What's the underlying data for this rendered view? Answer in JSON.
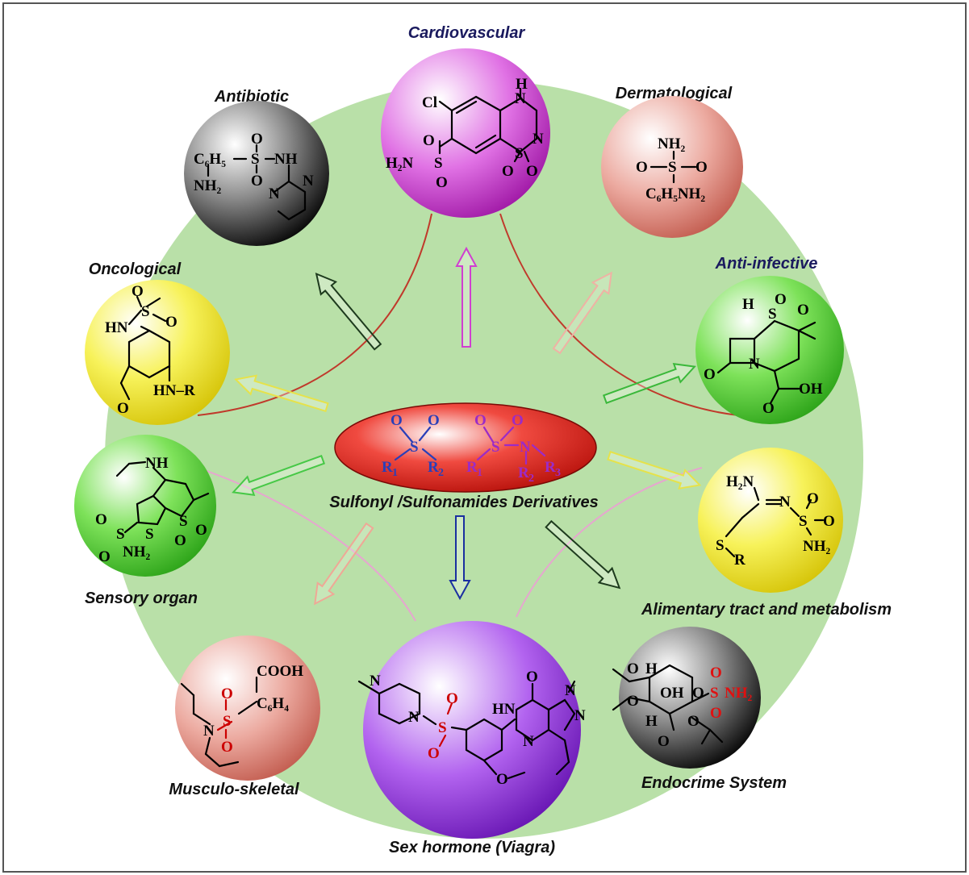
{
  "diagram": {
    "center": {
      "title": "Sulfonyl /Sulfonamides Derivatives",
      "sulfonyl": {
        "o1": "O",
        "o2": "O",
        "s": "S",
        "r1": "R",
        "r1_sub": "1",
        "r2": "R",
        "r2_sub": "2"
      },
      "sulfonamide": {
        "o1": "O",
        "o2": "O",
        "s": "S",
        "n": "N",
        "r1": "R",
        "r1_sub": "1",
        "r2": "R",
        "r2_sub": "2",
        "r3": "R",
        "r3_sub": "3"
      }
    },
    "nodes": {
      "cardiovascular": {
        "label": "Cardiovascular",
        "color": "#d24fd6",
        "atoms": {
          "cl": "Cl",
          "nh": "H",
          "n_top": "N",
          "n_right": "N",
          "s_ring": "S",
          "o_a": "O",
          "o_b": "O",
          "h2n": "H₂N",
          "s_side": "S",
          "o_c": "O",
          "o_d": "O"
        }
      },
      "antibiotic": {
        "label": "Antibiotic",
        "color": "#2a2a2a",
        "atoms": {
          "c6h5": "C₆H₅",
          "nh2": "NH₂",
          "s": "S",
          "o_top": "O",
          "o_bot": "O",
          "nh": "NH",
          "n1": "N",
          "n2": "N"
        }
      },
      "dermatological": {
        "label": "Dermatological",
        "color": "#e08c80",
        "atoms": {
          "nh2": "NH₂",
          "o_left": "O",
          "s": "S",
          "o_right": "O",
          "c6h5nh2": "C₆H₅NH₂"
        }
      },
      "oncological": {
        "label": "Oncological",
        "color": "#f1e83a",
        "atoms": {
          "o1": "O",
          "s": "S",
          "o2": "O",
          "hn": "HN",
          "hnr": "HN–R",
          "ome": "O"
        }
      },
      "anti_infective": {
        "label": "Anti-infective",
        "color": "#6fd84a",
        "atoms": {
          "h": "H",
          "s": "S",
          "o1": "O",
          "o2": "O",
          "n": "N",
          "o_keto": "O",
          "oh": "OH",
          "o_acid": "O"
        }
      },
      "sensory_organ": {
        "label": "Sensory organ",
        "color": "#5fd64a",
        "atoms": {
          "nh": "NH",
          "s_thio": "S",
          "s_sulf": "S",
          "o1": "O",
          "o2": "O",
          "s_amide": "S",
          "o3": "O",
          "o4": "O",
          "nh2": "NH₂"
        }
      },
      "alimentary": {
        "label": "Alimentary tract and metabolism",
        "color": "#eee844",
        "atoms": {
          "h2n": "H₂N",
          "n": "N",
          "s": "S",
          "o1": "O",
          "o2": "O",
          "nh2": "NH₂",
          "s_r": "S",
          "r": "R"
        }
      },
      "musculo_skeletal": {
        "label": "Musculo-skeletal",
        "color": "#e48b7e",
        "atoms": {
          "cooh": "COOH",
          "c6h4": "C₆H₄",
          "s": "S",
          "o1": "O",
          "o2": "O",
          "n": "N"
        }
      },
      "sex_hormone": {
        "label": "Sex hormone (Viagra)",
        "color": "#9a3fe0",
        "atoms": {
          "n1": "N",
          "n2": "N",
          "s": "S",
          "o1": "O",
          "o2": "O",
          "o_keto": "O",
          "hn": "HN",
          "n3": "N",
          "n4": "N",
          "n5": "N",
          "o_eth": "O"
        }
      },
      "endocrine": {
        "label": "Endocrime System",
        "color": "#2b2b2b",
        "atoms": {
          "h1": "H",
          "h2": "H",
          "o1": "O",
          "o2": "O",
          "o3": "O",
          "o4": "O",
          "oh": "OH",
          "o5": "O",
          "s": "S",
          "o6": "O",
          "o7": "O",
          "nh2": "NH₂"
        }
      }
    }
  }
}
